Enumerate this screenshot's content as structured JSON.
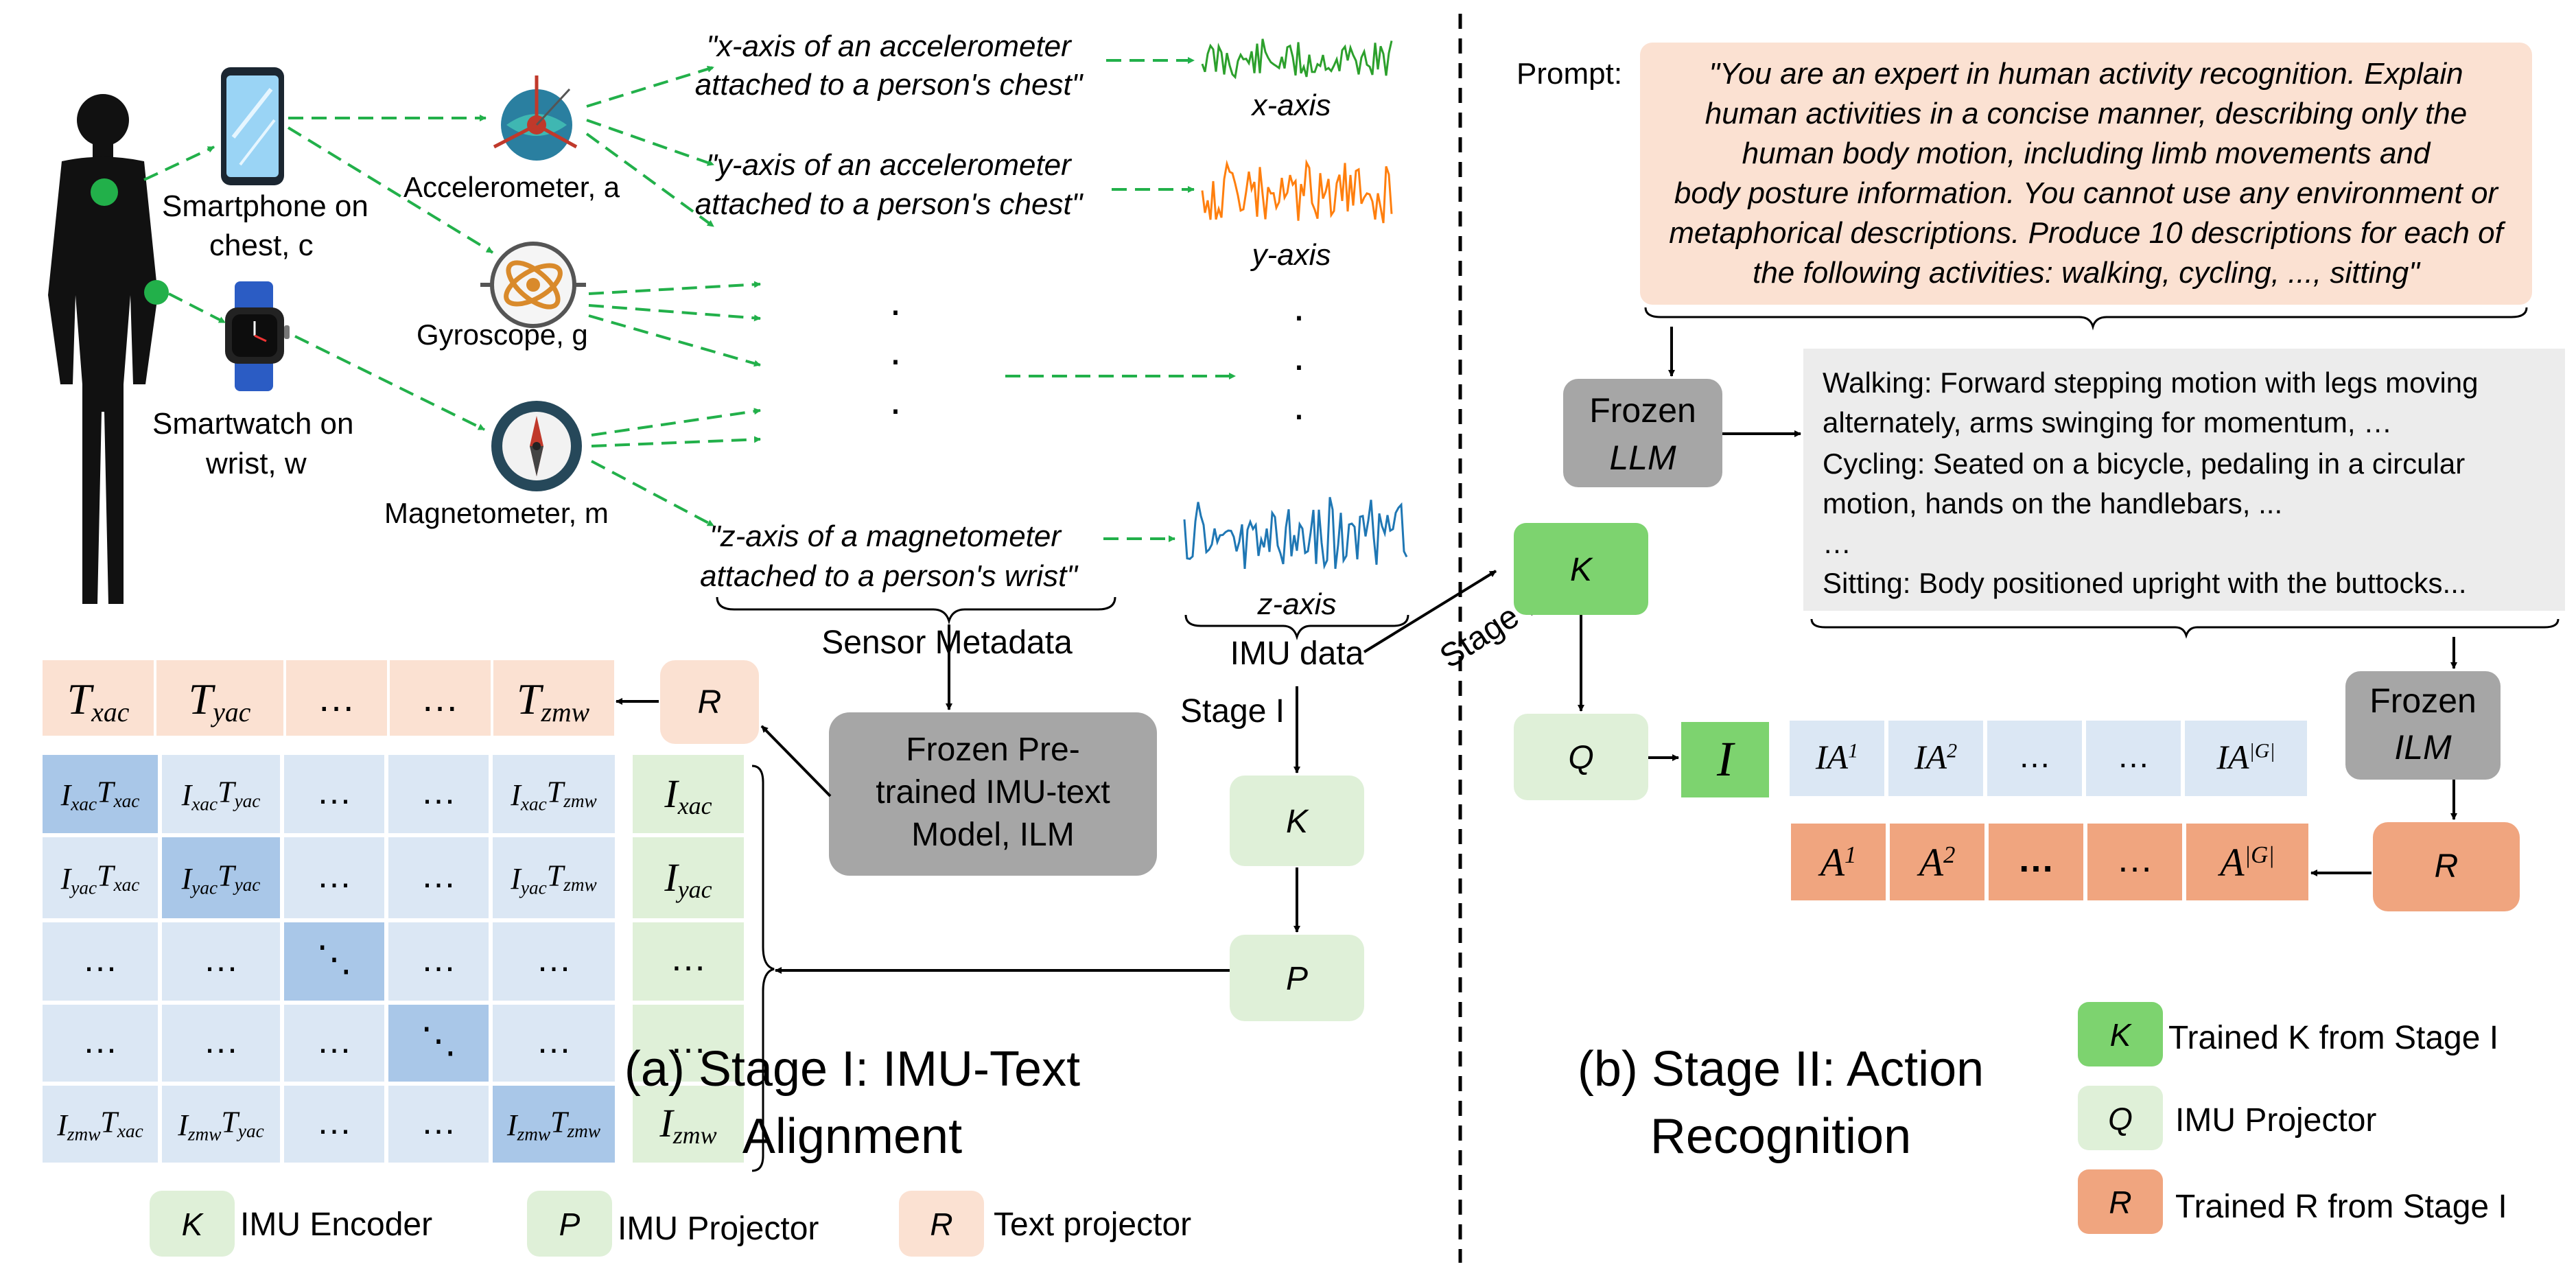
{
  "sensors": {
    "phone_label_1": "Smartphone  on",
    "phone_label_2": "chest, c",
    "watch_label_1": "Smartwatch on",
    "watch_label_2": "wrist, w",
    "accel_label": "Accelerometer, a",
    "gyro_label": "Gyroscope, g",
    "mag_label": "Magnetometer, m"
  },
  "metadata": {
    "x_line1": "\"x-axis of an accelerometer",
    "x_line2": "attached to a person's chest\"",
    "y_line1": "\"y-axis of an accelerometer",
    "y_line2": "attached to a person's chest\"",
    "z_line1": "\"z-axis of a magnetometer",
    "z_line2": "attached to a person's wrist\"",
    "dots": "·",
    "brace_label": "Sensor Metadata"
  },
  "signals": {
    "x_label": "x-axis",
    "y_label": "y-axis",
    "z_label": "z-axis",
    "brace_label": "IMU data",
    "colors": {
      "x": "#2ca02c",
      "y": "#ff7f0e",
      "z": "#1f77b4"
    }
  },
  "stage1": {
    "stage_label": "Stage I",
    "ilm_line1": "Frozen Pre-",
    "ilm_line2": "trained IMU-text",
    "ilm_line3": "Model, ILM",
    "k": "K",
    "p": "P",
    "r": "R",
    "t_row": [
      "T_xac",
      "T_yac",
      "…",
      "…",
      "T_zmw"
    ],
    "i_col": [
      "I_xac",
      "I_yac",
      "…",
      "…",
      "I_zmw"
    ],
    "matrix": [
      [
        "I_xacT_xac",
        "I_xacT_yac",
        "…",
        "…",
        "I_xacT_zmw"
      ],
      [
        "I_yacT_xac",
        "I_yacT_yac",
        "…",
        "…",
        "I_yacT_zmw"
      ],
      [
        "…",
        "…",
        "⋱",
        "…",
        "…"
      ],
      [
        "…",
        "…",
        "…",
        "⋱",
        "…"
      ],
      [
        "I_zmwT_xac",
        "I_zmwT_yac",
        "…",
        "…",
        "I_zmwT_zmw"
      ]
    ],
    "caption_1": "(a) Stage I: IMU-Text",
    "caption_2": "Alignment",
    "legend": [
      {
        "symbol": "K",
        "label": "IMU Encoder"
      },
      {
        "symbol": "P",
        "label": "IMU Projector"
      },
      {
        "symbol": "R",
        "label": "Text projector"
      }
    ]
  },
  "stage2": {
    "stage_label": "Stage II",
    "prompt_label": "Prompt:",
    "prompt_lines": [
      "\"You are an expert in human activity recognition. Explain",
      "human activities in a concise manner, describing only the",
      "human body motion, including limb movements and",
      "body posture  information. You cannot use any environment or",
      "metaphorical descriptions. Produce 10 descriptions for each of",
      "the following activities: walking, cycling, ..., sitting\""
    ],
    "llm_line1": "Frozen",
    "llm_line2": "LLM",
    "desc_lines": [
      "Walking: Forward stepping motion  with legs moving",
      "alternately, arms swinging for momentum,  …",
      "Cycling: Seated on a bicycle, pedaling in a circular",
      "motion,  hands on the handlebars, ...",
      "…",
      "Sitting: Body positioned upright with the buttocks..."
    ],
    "ilm_line1": "Frozen",
    "ilm_line2": "ILM",
    "k": "K",
    "q": "Q",
    "i": "I",
    "r": "R",
    "ia_row": [
      "IA^1",
      "IA^2",
      "…",
      "…",
      "IA^|G|"
    ],
    "a_row": [
      "A^1",
      "A^2",
      "…",
      "…",
      "A^|G|"
    ],
    "caption_1": "(b) Stage II: Action",
    "caption_2": "Recognition",
    "legend": [
      {
        "symbol": "K",
        "label": "Trained K from Stage I"
      },
      {
        "symbol": "Q",
        "label": "IMU Projector"
      },
      {
        "symbol": "R",
        "label": "Trained R from Stage I"
      }
    ]
  },
  "colors": {
    "light_green": "#dff0d8",
    "green": "#7dd36f",
    "light_blue": "#dbe7f4",
    "blue": "#a9c7e8",
    "peach": "#fbe1d2",
    "orange": "#f0a57f",
    "gray": "#a6a6a6",
    "light_gray": "#ececec",
    "arrow_green": "#22b04a"
  }
}
